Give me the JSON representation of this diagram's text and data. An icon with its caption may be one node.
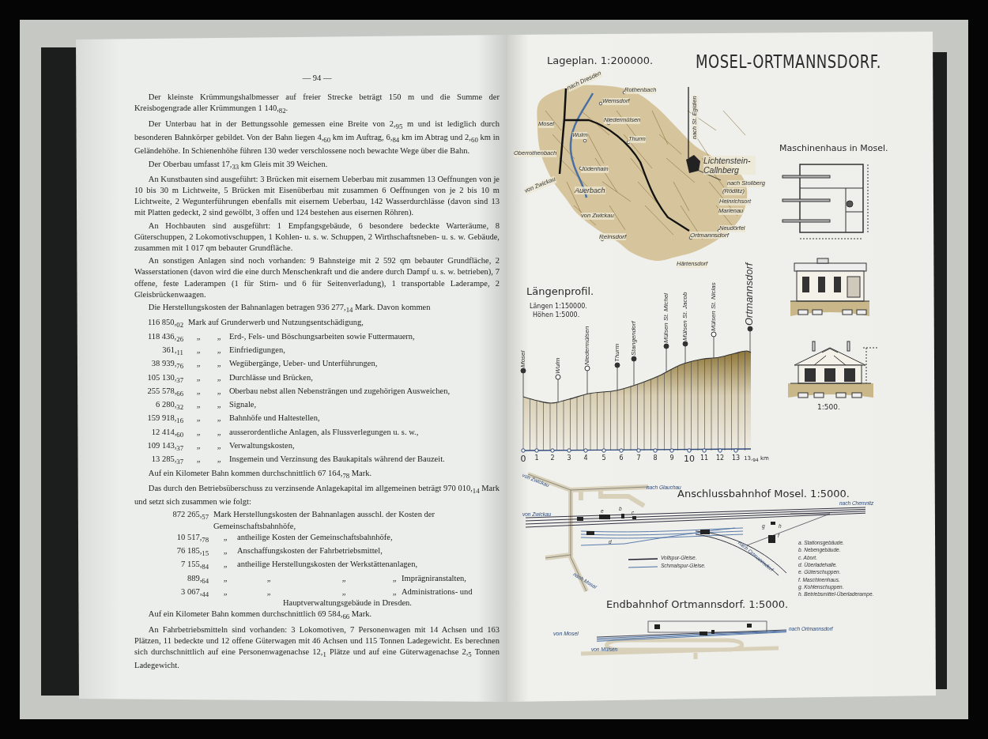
{
  "diagram": {
    "title": "MOSEL-ORTMANNSDORF.",
    "labels": [
      "— 94 —",
      "Der kleinste Krümmungshalbmesser auf freier Strecke beträgt 150 m und die Summe der Kreisbogengrade aller Krümmungen 1 140,$_{82}$.",
      "Der Unterbau hat in der Bettungssohle gemessen eine Breite von 2,$_{95}$ m und ist lediglich durch besonderen Bahnkörper gebildet. Von der Bahn liegen 4,$_{60}$ km im Auftrag, 6,$_{84}$ km im Abtrag und 2,$_{60}$ km in Geländehöhe. In Schienenhöhe führen 130 weder verschlossene noch bewachte Wege über die Bahn.",
      "Der Oberbau umfasst 17,$_{33}$ km Gleis mit 39 Weichen.",
      "An Kunstbauten sind ausgeführt: 3 Brücken mit eisernem Ueberbau mit zusammen 13 Oeffnungen von je 10 bis 30 m Lichtweite, 5 Brücken mit Eisenüberbau mit zusammen 6 Oeffnungen von je 2 bis 10 m Lichtweite, 2 Wegunterführungen ebenfalls mit eisernem Ueberbau, 142 Wasserdurchlässe (davon sind 13 mit Platten gedeckt, 2 sind gewölbt, 3 offen und 124 bestehen aus eisernen Röhren).",
      "An Hochbauten sind ausgeführt: 1 Empfangsgebäude, 6 besondere bedeckte Warteräume, 8 Güterschuppen, 2 Lokomotivschuppen, 1 Kohlen- u. s. w. Schuppen, 2 Wirthschaftsneben- u. s. w. Gebäude, zusammen mit 1 017 qm bebauter Grundfläche.",
      "An sonstigen Anlagen sind noch vorhanden: 9 Bahnsteige mit 2 592 qm bebauter Grundfläche, 2 Wasserstationen (davon wird die eine durch Menschenkraft und die andere durch Dampf u. s. w. betrieben), 7 offene, feste Laderampen (1 für Stirn- und 6 für Seitenverladung), 1 transportable Laderampe, 2 Gleisbrückenwaagen.",
      "Die Herstellungskosten der Bahnanlagen betragen 936 277,$_{14}$ Mark. Davon kommen",
      "116 850,$_{02}$",
      "Mark auf Grunderwerb und Nutzungsentschädigung,",
      "118 436,$_{26}$",
      "„",
      "„",
      "Erd-, Fels- und Böschungsarbeiten sowie Futtermauern,",
      "361,$_{11}$",
      "„",
      "„",
      "Einfriedigungen,",
      "38 939,$_{76}$",
      "„",
      "„",
      "Wegübergänge, Ueber- und Unterführungen,",
      "105 130,$_{37}$",
      "„",
      "„",
      "Durchlässe und Brücken,",
      "255 578,$_{66}$",
      "„",
      "„",
      "Oberbau nebst allen Nebensträngen und zugehörigen Ausweichen,",
      "6 280,$_{32}$",
      "„",
      "„",
      "Signale,",
      "159 918,$_{16}$",
      "„",
      "„",
      "Bahnhöfe und Haltestellen,",
      "12 414,$_{60}$",
      "„",
      "„",
      "ausserordentliche Anlagen, als Flussverlegungen u. s. w.,",
      "109 143,$_{37}$",
      "„",
      "„",
      "Verwaltungskosten,",
      "13 285,$_{37}$",
      "„",
      "„",
      "Insgemein und Verzinsung des Baukapitals während der Bauzeit.",
      "Auf ein Kilometer Bahn kommen durchschnittlich 67 164,$_{78}$ Mark.",
      "Das durch den Betriebsüberschuss zu verzinsende Anlagekapital im allgemeinen beträgt 970 010,$_{14}$ Mark und setzt sich zusammen wie folgt:",
      "872 265,$_{57}$",
      "Mark Herstellungskosten der Bahnanlagen ausschl. der Kosten der Gemeinschaftsbahnhöfe,",
      "10 517,$_{78}$",
      "„",
      "antheilige Kosten der Gemeinschaftsbahnhöfe,",
      "76 185,$_{15}$",
      "„",
      "Anschaffungskosten der Fahrbetriebsmittel,",
      "7 155,$_{84}$",
      "„",
      "antheilige Herstellungskosten der Werkstättenanlagen,",
      "889,$_{64}$",
      "„",
      "„",
      "„",
      "„",
      "Imprägniranstalten,",
      "3 067,$_{44}$",
      "„",
      "„",
      "„",
      "„",
      "Administrations- und Hauptverwaltungsgebäude in Dresden.",
      "Auf ein Kilometer Bahn kommen durchschnittlich 69 584,$_{66}$ Mark.",
      "An Fahrbetriebsmitteln sind vorhanden: 3 Lokomotiven, 7 Personenwagen mit 14 Achsen und 163 Plätzen, 11 bedeckte und 12 offene Güterwagen mit 46 Achsen und 115 Tonnen Ladegewicht. Es berechnen sich durchschnittlich auf eine Personenwagenachse 12,$_{1}$ Plätze und auf eine Güterwagenachse 2,$_{5}$ Tonnen Ladegewicht.",
      "Lageplan. 1:200000.",
      "nach Dresden",
      "Rothenbach",
      "Wernsdorf",
      "Niedermülsen",
      "Mosel",
      "Wulm",
      "Thurm",
      "Oberrothenbach",
      "Jüdenhain",
      "nach St. Egidien",
      "Lichtenstein-Callnberg",
      "von Zwickau",
      "Auerbach",
      "nach Stollberg",
      "(Rödlitz)",
      "Heinrichsort",
      "Marienau",
      "von Zwickau",
      "Neudörfel",
      "Ortmannsdorf",
      "Reinsdorf",
      "Härtensdorf",
      "Maschinenhaus in Mosel.",
      "1:500.",
      "Längenprofil.",
      "Längen 1:150000.",
      "Höhen 1:5000.",
      "Mosel",
      "Wulm",
      "Niedermülsen",
      "Thurm",
      "Stangendorf",
      "Mülsen St. Michel",
      "Mülsen St. Jacob",
      "Mülsen St. Niclas",
      "Ortmannsdorf",
      "0",
      "1",
      "2",
      "3",
      "4",
      "5",
      "6",
      "7",
      "8",
      "9",
      "10",
      "11",
      "12",
      "13",
      "13,$_{94}$ km",
      "von Zwickau",
      "nach Glauchau",
      "Anschlussbahnhof Mosel. 1:5000.",
      "von Zwickau",
      "nach Chemnitz",
      "e",
      "b",
      "c",
      "d",
      "g",
      "h",
      "f",
      "nach Ortmannsdorf",
      "nach Mosel",
      "a. Stationsgebäude.",
      "b. Nebengebäude.",
      "c. Abort.",
      "d. Überladehalle.",
      "e. Güterschuppen.",
      "f. Maschinenhaus.",
      "g. Kohlenschuppen.",
      "h. Betriebsmittel-Überladerampe.",
      "Endbahnhof Ortmannsdorf. 1:5000.",
      "von Mosel",
      "nach Ortmannsdorf",
      "von Mülsen"
    ],
    "legend": [
      {
        "text": "Vollspur-Gleise."
      },
      {
        "text": "Schmalspur-Gleise."
      }
    ]
  }
}
